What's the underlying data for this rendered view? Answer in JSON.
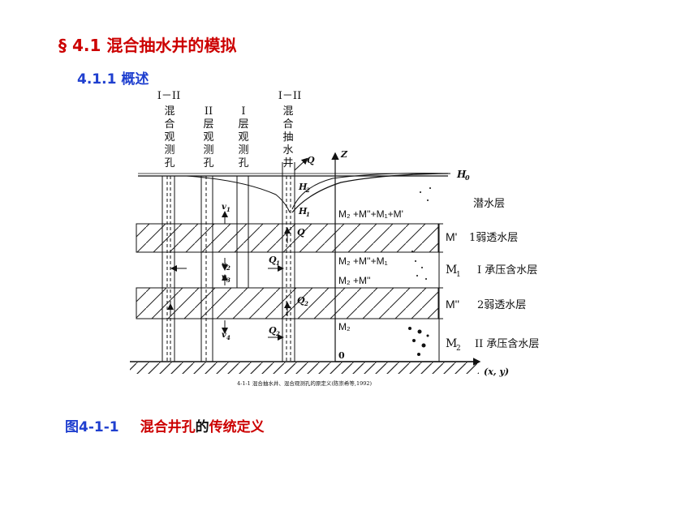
{
  "heading": {
    "title": "§ 4.1  混合抽水井的模拟",
    "subtitle": "4.1.1 概述"
  },
  "wells": {
    "w1": {
      "top": "I－II",
      "chars": [
        "混",
        "合",
        "观",
        "测",
        "孔"
      ]
    },
    "w2": {
      "top": "II",
      "chars": [
        "层",
        "观",
        "测",
        "孔"
      ]
    },
    "w3": {
      "top": "I",
      "chars": [
        "层",
        "观",
        "测",
        "孔"
      ]
    },
    "w4": {
      "top": "I－II",
      "chars": [
        "混",
        "合",
        "抽",
        "水",
        "井"
      ]
    }
  },
  "symbols": {
    "Z": "Z",
    "Q": "Q",
    "H0": "H",
    "H0_sub": "0",
    "H2": "H",
    "H2_sub": "2",
    "H1": "H",
    "H1_sub": "1",
    "v1": "v",
    "v1_sub": "1",
    "v2": "v",
    "v2_sub": "2",
    "v3": "v",
    "v3_sub": "3",
    "v4": "v",
    "v4_sub": "4",
    "Q_mid": "Q",
    "Q1": "Q",
    "Q1_sub": "1",
    "Q2a": "Q",
    "Q2a_sub": "2",
    "Q2b": "Q",
    "Q2b_sub": "2",
    "origin": "0",
    "axis": "(x, y)"
  },
  "formulas": {
    "f1": "M₂ +M''+M₁+M'",
    "f2": "M₂ +M''+M₁",
    "f3": "M₂ +M''",
    "f4": "M₂"
  },
  "layers": {
    "unconfined": "潜水层",
    "m_prime": "M'",
    "aquitard1": "1弱透水层",
    "m1": "M",
    "m1_sub": "1",
    "confined1": "I 承压含水层",
    "m_dprime": "M''",
    "aquitard2": "2弱透水层",
    "m2": "M",
    "m2_sub": "2",
    "confined2": "II 承压含水层"
  },
  "small_caption": "4-1-1  混合抽水井、混合观测孔的原定义(陈崇希等,1992)",
  "caption": {
    "number": "图4-1-1",
    "part1": "混合井孔",
    "part2": "的",
    "part3": "传统定义"
  }
}
